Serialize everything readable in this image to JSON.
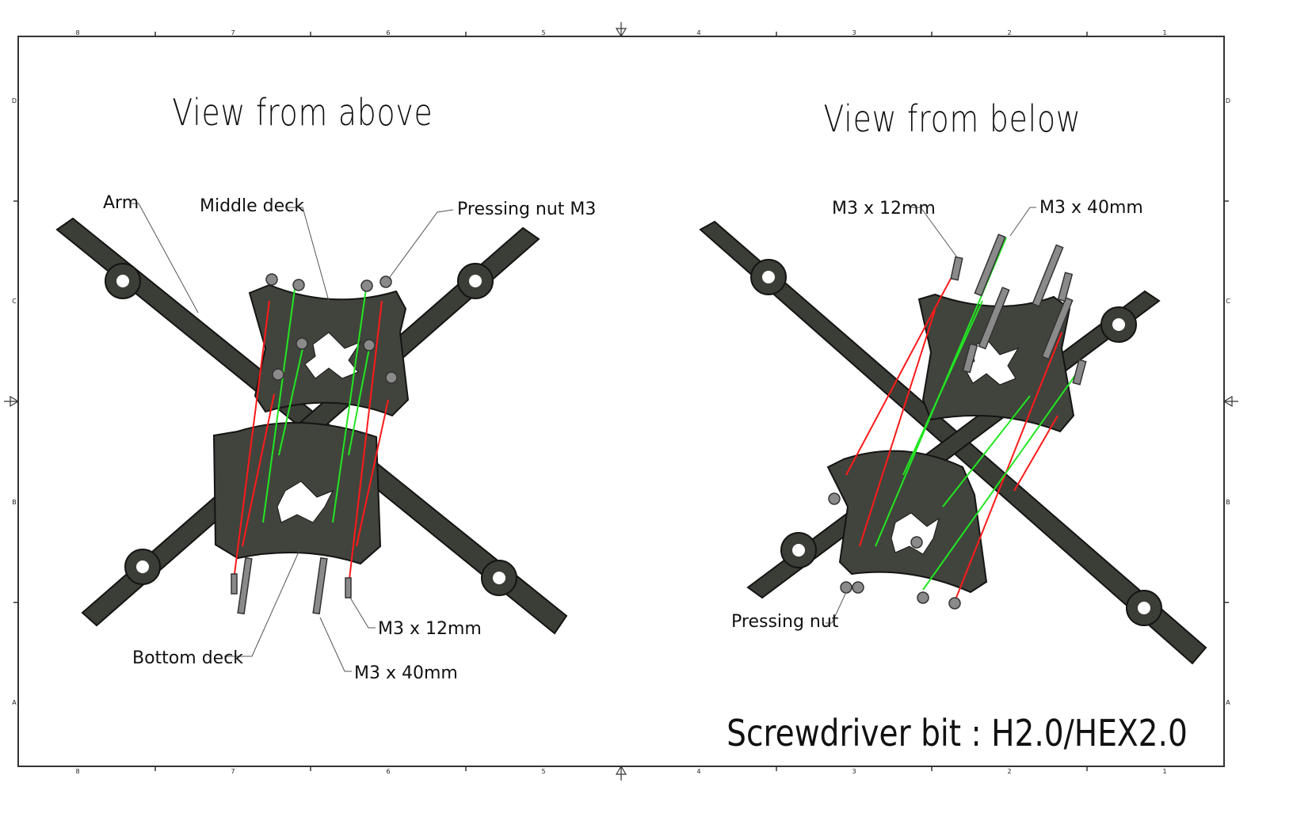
{
  "sheet": {
    "columns": [
      "8",
      "7",
      "6",
      "5",
      "4",
      "3",
      "2",
      "1"
    ],
    "rows": [
      "D",
      "C",
      "B",
      "A"
    ]
  },
  "left_view": {
    "title": "View from above",
    "labels": {
      "arm": "Arm",
      "middle_deck": "Middle deck",
      "pressing_nut": "Pressing nut M3",
      "bottom_deck": "Bottom deck",
      "screw_short": "M3 x 12mm",
      "screw_long": "M3 x 40mm"
    }
  },
  "right_view": {
    "title": "View from below",
    "labels": {
      "screw_short": "M3 x 12mm",
      "screw_long": "M3 x 40mm",
      "pressing_nut": "Pressing nut"
    }
  },
  "note": "Screwdriver bit : H2.0/HEX2.0",
  "colors": {
    "carbon": "#3b3e37",
    "red_axis": "#ff1a1a",
    "green_axis": "#22e622",
    "border": "#333333"
  }
}
